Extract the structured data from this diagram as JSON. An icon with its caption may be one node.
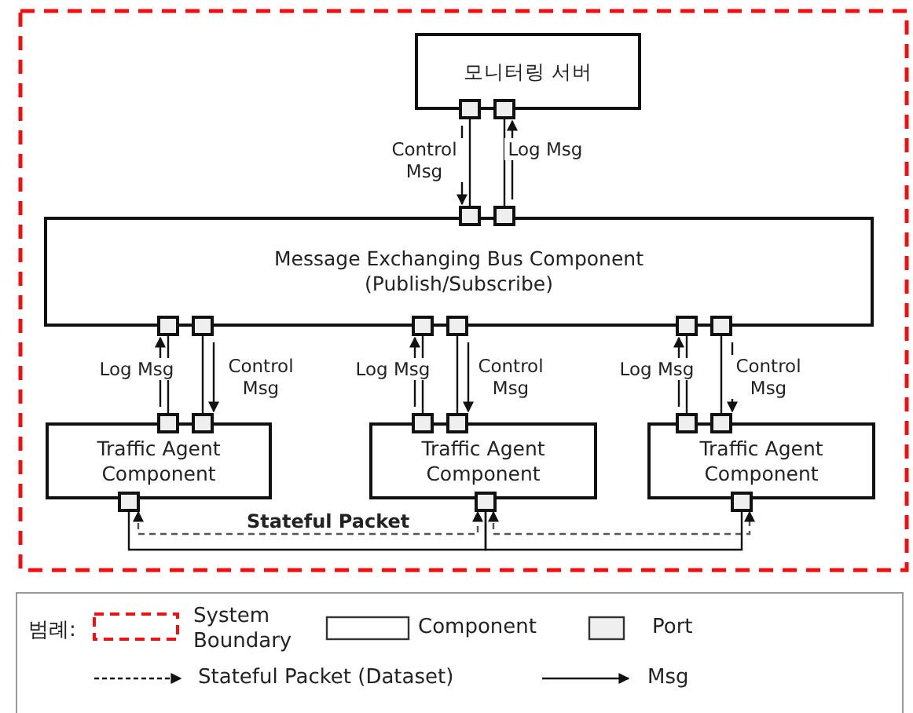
{
  "diagram": {
    "nodes": [
      {
        "text": [
          "모니터링 서버"
        ]
      },
      {
        "text": [],
        "shape": "box"
      },
      {
        "text": [],
        "shape": "box"
      },
      {
        "text": [],
        "shape": "box"
      },
      {
        "text": [],
        "shape": "box"
      },
      {
        "text": [
          "Message Exchanging Bus Component (Publish/Subscribe)"
        ]
      },
      {
        "text": [],
        "shape": "box"
      },
      {
        "text": [],
        "shape": "box"
      },
      {
        "text": [],
        "shape": "box"
      },
      {
        "text": [],
        "shape": "box"
      },
      {
        "text": [],
        "shape": "box"
      },
      {
        "text": [],
        "shape": "box"
      },
      {
        "text": [
          "Traffic Agent Component"
        ]
      },
      {
        "text": [
          "Traffic Agent Component"
        ]
      },
      {
        "text": [
          "Traffic Agent Component"
        ]
      },
      {
        "text": [],
        "shape": "box"
      },
      {
        "text": [],
        "shape": "box"
      },
      {
        "text": [],
        "shape": "box"
      },
      {
        "text": [],
        "shape": "box"
      },
      {
        "text": [],
        "shape": "box"
      },
      {
        "text": [],
        "shape": "box"
      },
      {
        "text": [],
        "shape": "box"
      },
      {
        "text": [],
        "shape": "box"
      },
      {
        "text": [],
        "shape": "box"
      }
    ],
    "edges": [
      {
        "from": 1,
        "to": 3,
        "arrow": "to",
        "label": "Control Msg"
      },
      {
        "from": 4,
        "to": 2,
        "arrow": "to",
        "label": "Log Msg"
      },
      {
        "from": 15,
        "to": 6,
        "arrow": "to",
        "label": "Log Msg"
      },
      {
        "from": 7,
        "to": 16,
        "arrow": "to",
        "label": "Control Msg"
      },
      {
        "from": 17,
        "to": 8,
        "arrow": "to",
        "label": "Log Msg"
      },
      {
        "from": 9,
        "to": 18,
        "arrow": "to",
        "label": "Control Msg"
      },
      {
        "from": 19,
        "to": 10,
        "arrow": "to",
        "label": "Log Msg"
      },
      {
        "from": 11,
        "to": 20,
        "arrow": "to",
        "label": "Control Msg"
      },
      {
        "from": 21,
        "to": 22,
        "arrow": "both",
        "style": "dashed",
        "label": "Stateful Packet"
      },
      {
        "from": 22,
        "to": 23,
        "arrow": "both",
        "style": "dashed"
      },
      {
        "from": 21,
        "to": 22,
        "arrow": "none"
      },
      {
        "from": 22,
        "to": 23,
        "arrow": "none"
      },
      {
        "from": 1,
        "to": 3,
        "arrow": "none"
      },
      {
        "from": 2,
        "to": 4,
        "arrow": "none"
      },
      {
        "from": 6,
        "to": 15,
        "arrow": "none"
      },
      {
        "from": 7,
        "to": 16,
        "arrow": "none"
      },
      {
        "from": 8,
        "to": 17,
        "arrow": "none"
      },
      {
        "from": 9,
        "to": 18,
        "arrow": "none"
      },
      {
        "from": 10,
        "to": 19,
        "arrow": "none"
      },
      {
        "from": 11,
        "to": 20,
        "arrow": "none"
      }
    ],
    "labels": [
      "범례:"
    ],
    "legend": [
      {
        "text": "System Boundary"
      },
      {
        "text": "Component",
        "color": "#ffffff"
      },
      {
        "text": "Port",
        "color": "#efefef"
      },
      {
        "text": "Stateful Packet (Dataset)"
      },
      {
        "text": "Msg"
      }
    ]
  }
}
